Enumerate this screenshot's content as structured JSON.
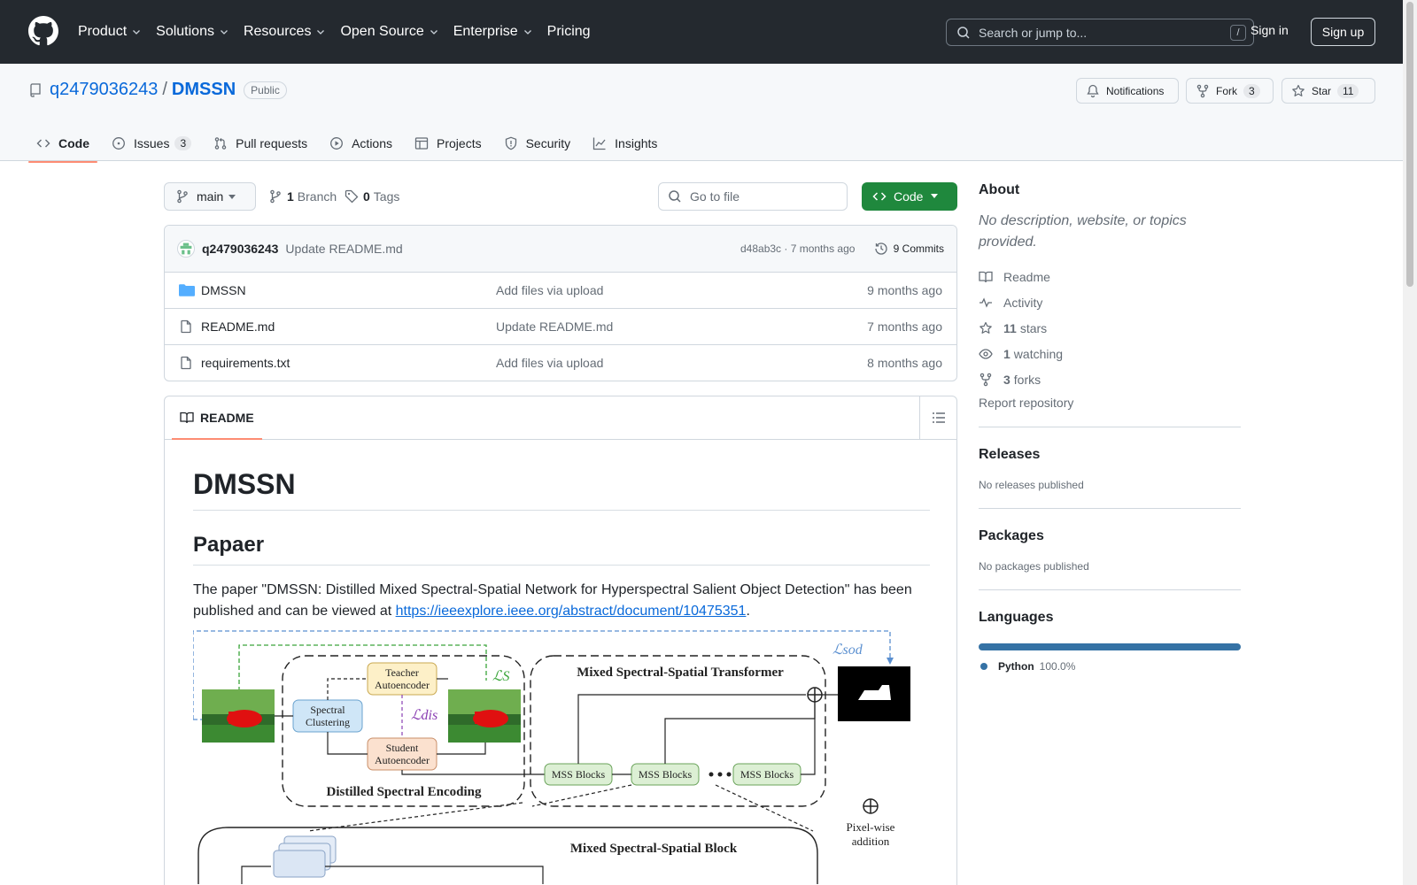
{
  "header": {
    "nav": [
      {
        "label": "Product",
        "has_menu": true
      },
      {
        "label": "Solutions",
        "has_menu": true
      },
      {
        "label": "Resources",
        "has_menu": true
      },
      {
        "label": "Open Source",
        "has_menu": true
      },
      {
        "label": "Enterprise",
        "has_menu": true
      },
      {
        "label": "Pricing",
        "has_menu": false
      }
    ],
    "search_placeholder": "Search or jump to...",
    "search_shortcut": "/",
    "sign_in": "Sign in",
    "sign_up": "Sign up"
  },
  "repo": {
    "owner": "q2479036243",
    "separator": "/",
    "name": "DMSSN",
    "visibility": "Public",
    "notifications_label": "Notifications",
    "fork_label": "Fork",
    "fork_count": "3",
    "star_label": "Star",
    "star_count": "11",
    "tabs": [
      {
        "label": "Code",
        "count": "",
        "icon": "code-icon"
      },
      {
        "label": "Issues",
        "count": "3",
        "icon": "issue-icon"
      },
      {
        "label": "Pull requests",
        "count": "",
        "icon": "pull-request-icon"
      },
      {
        "label": "Actions",
        "count": "",
        "icon": "play-icon"
      },
      {
        "label": "Projects",
        "count": "",
        "icon": "table-icon"
      },
      {
        "label": "Security",
        "count": "",
        "icon": "shield-icon"
      },
      {
        "label": "Insights",
        "count": "",
        "icon": "graph-icon"
      }
    ]
  },
  "toolbar": {
    "branch": "main",
    "branch_count": "1",
    "branch_label": "Branch",
    "tag_count": "0",
    "tag_label": "Tags",
    "goto_placeholder": "Go to file",
    "code_button": "Code"
  },
  "latest_commit": {
    "author": "q2479036243",
    "message": "Update README.md",
    "meta": "d48ab3c · 7 months ago",
    "commits_label": "9 Commits"
  },
  "files": [
    {
      "type": "folder",
      "name": "DMSSN",
      "message": "Add files via upload",
      "time": "9 months ago"
    },
    {
      "type": "file",
      "name": "README.md",
      "message": "Update README.md",
      "time": "7 months ago"
    },
    {
      "type": "file",
      "name": "requirements.txt",
      "message": "Add files via upload",
      "time": "8 months ago"
    }
  ],
  "readme": {
    "tab_label": "README",
    "h1": "DMSSN",
    "h2": "Papaer",
    "paragraph": "The paper \"DMSSN: Distilled Mixed Spectral-Spatial Network for Hyperspectral Salient Object Detection\" has been published and can be viewed at",
    "link": "https://ieeexplore.ieee.org/abstract/document/10475351",
    "after_link": ".",
    "figure": {
      "teacher": [
        "Teacher",
        "Autoencoder"
      ],
      "student": [
        "Student",
        "Autoencoder"
      ],
      "spectral": [
        "Spectral",
        "Clustering"
      ],
      "loss_s": "ℒS",
      "loss_dis": "ℒdis",
      "loss_sod": "ℒsod",
      "encoding": "Distilled Spectral Encoding",
      "transformer": "Mixed Spectral-Spatial Transformer",
      "mss_block": "MSS Blocks",
      "block_title": "Mixed Spectral-Spatial Block",
      "legend": [
        "Pixel-wise",
        "addition"
      ]
    }
  },
  "sidebar": {
    "about_title": "About",
    "about_desc": "No description, website, or topics provided.",
    "items": [
      {
        "icon": "book-icon",
        "count": "",
        "label": "Readme"
      },
      {
        "icon": "pulse-icon",
        "count": "",
        "label": "Activity"
      },
      {
        "icon": "star-icon",
        "count": "11",
        "label": "stars"
      },
      {
        "icon": "eye-icon",
        "count": "1",
        "label": "watching"
      },
      {
        "icon": "fork-icon",
        "count": "3",
        "label": "forks"
      }
    ],
    "report": "Report repository",
    "releases_title": "Releases",
    "releases_text": "No releases published",
    "packages_title": "Packages",
    "packages_text": "No packages published",
    "languages_title": "Languages",
    "languages": [
      {
        "name": "Python",
        "percent": "100.0%",
        "color": "#3572a5"
      }
    ]
  },
  "colors": {
    "header_bg": "#24292f",
    "primary_button": "#1f883d",
    "link": "#0969da",
    "tab_underline": "#fd8c73"
  }
}
